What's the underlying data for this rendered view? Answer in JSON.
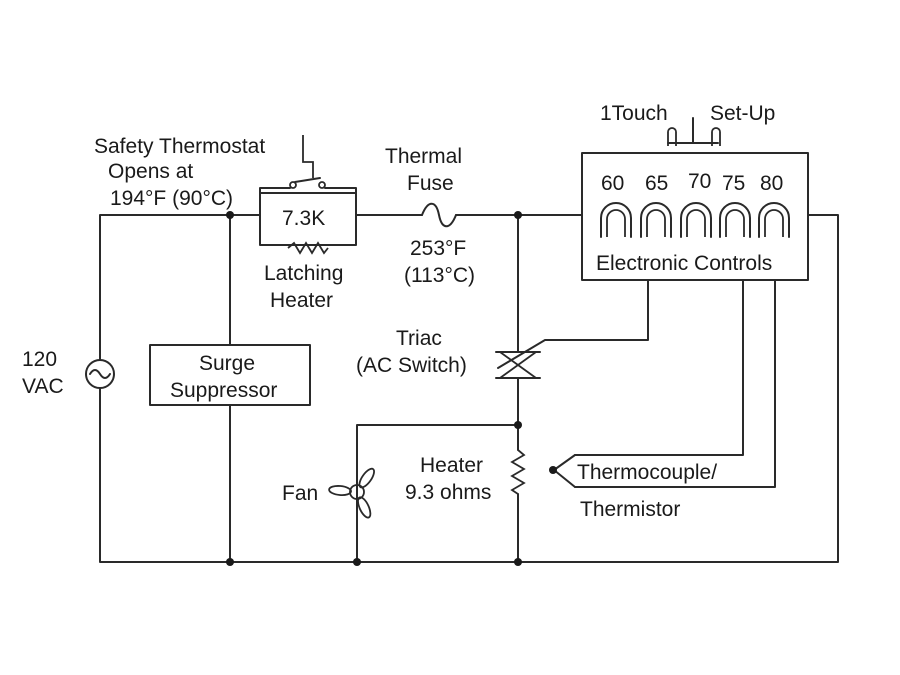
{
  "labels": {
    "safety_thermostat": [
      "Safety Thermostat",
      "Opens at",
      "194°F (90°C)"
    ],
    "latching_resistor": "7.3K",
    "latching_heater": [
      "Latching",
      "Heater"
    ],
    "thermal_fuse": [
      "Thermal",
      "Fuse"
    ],
    "fuse_rating": [
      "253°F",
      "(113°C)"
    ],
    "one_touch": "1Touch",
    "set_up": "Set-Up",
    "temps": [
      "60",
      "65",
      "70",
      "75",
      "80"
    ],
    "electronic_controls": "Electronic Controls",
    "supply": [
      "120",
      "VAC"
    ],
    "surge_suppressor": [
      "Surge",
      "Suppressor"
    ],
    "triac": [
      "Triac",
      "(AC Switch)"
    ],
    "heater": [
      "Heater",
      "9.3 ohms"
    ],
    "fan": "Fan",
    "thermocouple": [
      "Thermocouple/",
      "Thermistor"
    ]
  }
}
